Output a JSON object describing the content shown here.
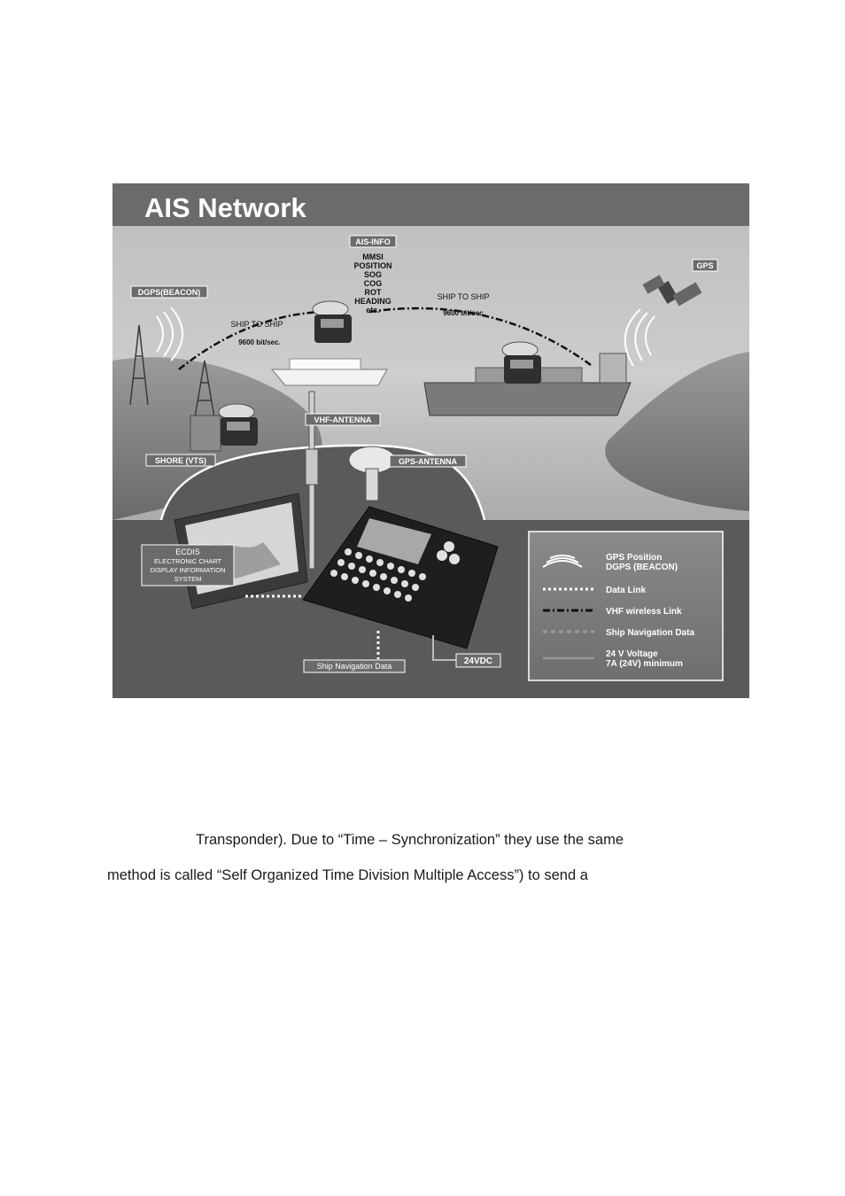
{
  "figure": {
    "title": "AIS Network",
    "labels": {
      "ais_info": "AIS-INFO",
      "ais_info_lines": [
        "MMSI",
        "POSITION",
        "SOG",
        "COG",
        "ROT",
        "HEADING",
        "etc."
      ],
      "dgps": "DGPS(BEACON)",
      "gps": "GPS",
      "ship_to_ship_left": "SHIP TO SHIP",
      "rate_left": "9600 bit/sec.",
      "ship_to_ship_right": "SHIP TO SHIP",
      "rate_right": "9600 bit/sec.",
      "vhf_antenna": "VHF-ANTENNA",
      "gps_antenna": "GPS-ANTENNA",
      "shore": "SHORE (VTS)",
      "ecdis_lines": [
        "ECDIS",
        "ELECTRONIC CHART",
        "DISPLAY INFORMATION",
        "SYSTEM"
      ],
      "ship_nav_data": "Ship Navigation Data",
      "power": "24VDC"
    },
    "legend": [
      {
        "key": "gps",
        "lines": [
          "GPS Position",
          "DGPS (BEACON)"
        ]
      },
      {
        "key": "data",
        "lines": [
          "Data Link"
        ]
      },
      {
        "key": "vhf",
        "lines": [
          "VHF wireless Link"
        ]
      },
      {
        "key": "nav",
        "lines": [
          "Ship Navigation Data"
        ]
      },
      {
        "key": "volt",
        "lines": [
          "24 V Voltage",
          "7A (24V) minimum"
        ]
      }
    ]
  },
  "text": {
    "line1": "Transponder). Due to “Time – Synchronization” they use the same",
    "line2": "method is called “Self Organized Time Division Multiple Access”) to send a"
  }
}
